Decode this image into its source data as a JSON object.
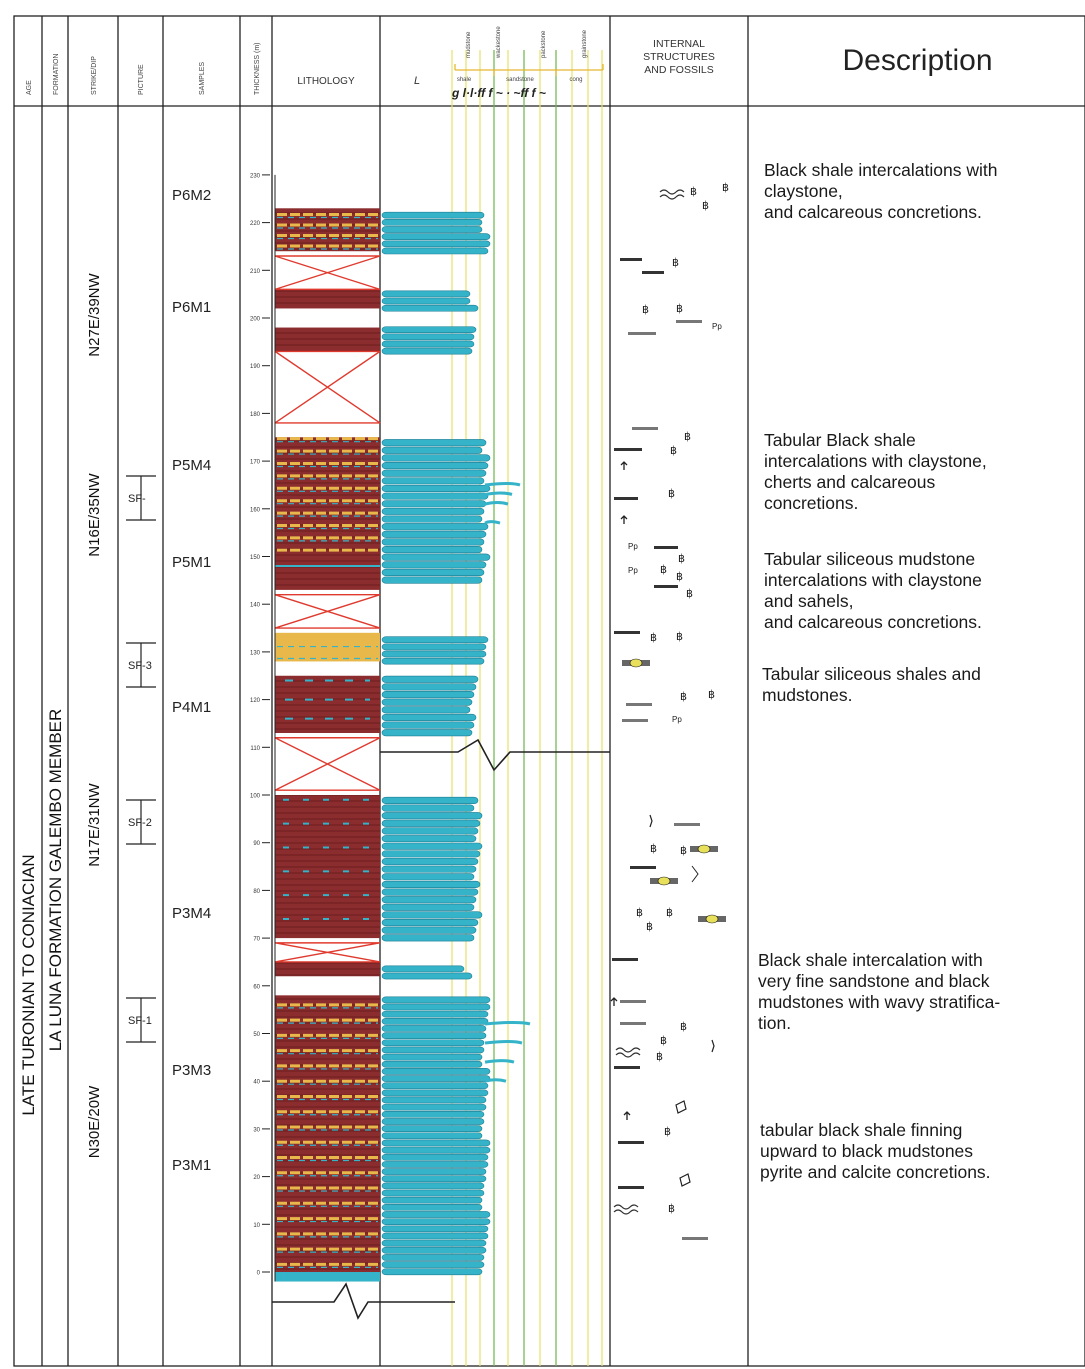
{
  "headers": {
    "age": "AGE",
    "formation": "FORMATION",
    "strike_dip": "STRIKE/DIP",
    "picture": "PICTURE",
    "samples": "SAMPLES",
    "thickness": "THICKNESS (m)",
    "lithology": "LITHOLOGY",
    "grain_scale_mark": "L",
    "grain_top_labels": [
      "mudstone",
      "wackestone",
      "packstone",
      "grainstone"
    ],
    "grain_bottom_labels": [
      "shale",
      "sandstone",
      "cong"
    ],
    "grain_symbols": "g l·l·ff f ~ · ~ff f ~",
    "structures": "INTERNAL\nSTRUCTURES\nAND FOSSILS",
    "description": "Description"
  },
  "age_text": "LATE TURONIAN TO CONIACIAN",
  "formation_text": "LA LUNA FORMATION GALEMBO MEMBER",
  "strikes": [
    "N27E/39NW",
    "N16E/35NW",
    "N17E/31NW",
    "N30E/20W"
  ],
  "pictures": [
    "SF-",
    "SF-3",
    "SF-2",
    "SF-1"
  ],
  "samples": [
    "P6M2",
    "P6M1",
    "P5M4",
    "P5M1",
    "P4M1",
    "P3M4",
    "P3M3",
    "P3M1"
  ],
  "thickness_ticks": [
    0,
    10,
    20,
    30,
    40,
    50,
    60,
    70,
    80,
    90,
    100,
    110,
    120,
    130,
    140,
    150,
    160,
    170,
    180,
    190,
    200,
    210,
    220,
    230
  ],
  "structure_labels": [
    "Pp",
    "Pp",
    "Pp",
    "Pp"
  ],
  "descriptions": [
    "Black shale intercalations with\nclaystone,\n and calcareous concretions.",
    "Tabular Black shale\nintercalations with claystone,\ncherts and calcareous\nconcretions.",
    "Tabular siliceous mudstone\nintercalations with claystone\nand sahels,\nand calcareous concretions.",
    "Tabular siliceous shales and\nmudstones.",
    "Black shale intercalation with\nvery fine sandstone and black\nmudstones with wavy stratifica-\ntion.",
    "tabular black shale finning\nupward to black mudstones\npyrite and calcite concretions."
  ],
  "colors": {
    "shale": "#8b2c2e",
    "yellow_band": "#e8b84a",
    "teal": "#35b3c9",
    "gap_cross": "#e03a2e",
    "grid_yellow": "#e6e36a",
    "grid_green": "#6bb54a",
    "lines": "#222222"
  }
}
